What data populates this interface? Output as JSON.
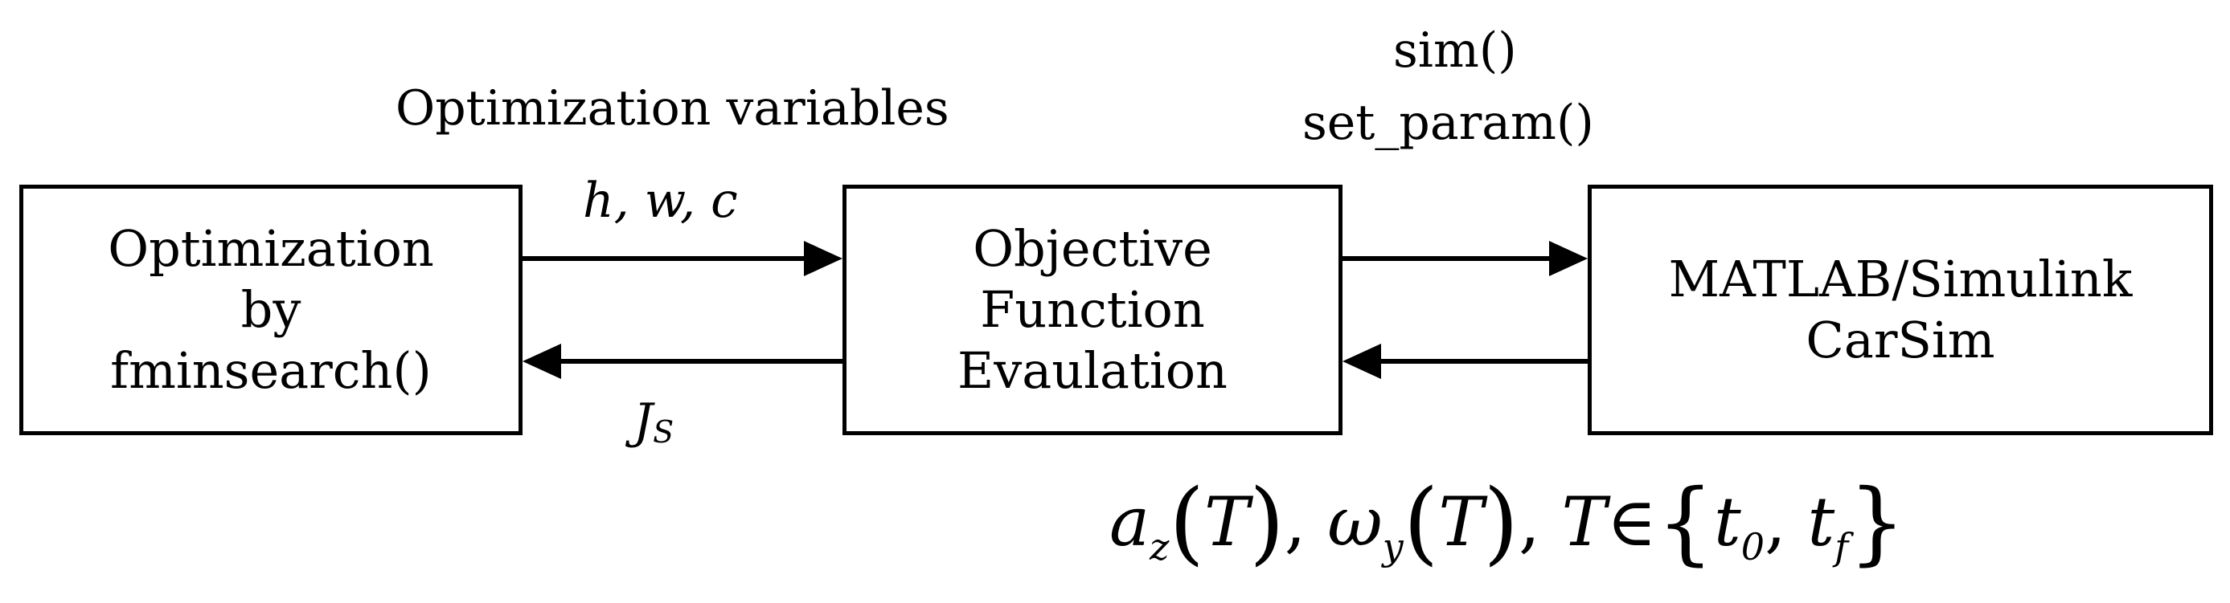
{
  "boxes": {
    "optimizer": {
      "lines": [
        "Optimization",
        "by",
        "fminsearch()"
      ]
    },
    "objective": {
      "lines": [
        "Objective",
        "Function",
        "Evaulation"
      ]
    },
    "simulator": {
      "lines": [
        "MATLAB/Simulink",
        "CarSim"
      ]
    }
  },
  "labels": {
    "optimization_variables": "Optimization variables",
    "variables": "h, w, c",
    "cost": "J",
    "cost_sub": "S",
    "sim": "sim()",
    "set_param": "set_param()"
  },
  "formula": {
    "a": "a",
    "a_sub": "z",
    "omega": "ω",
    "omega_sub": "y",
    "T": "T",
    "in": "∈",
    "t0": "t",
    "t0_sub": "0",
    "tf": "t",
    "tf_sub": "f"
  },
  "colors": {
    "stroke": "#000000",
    "background": "#ffffff"
  }
}
